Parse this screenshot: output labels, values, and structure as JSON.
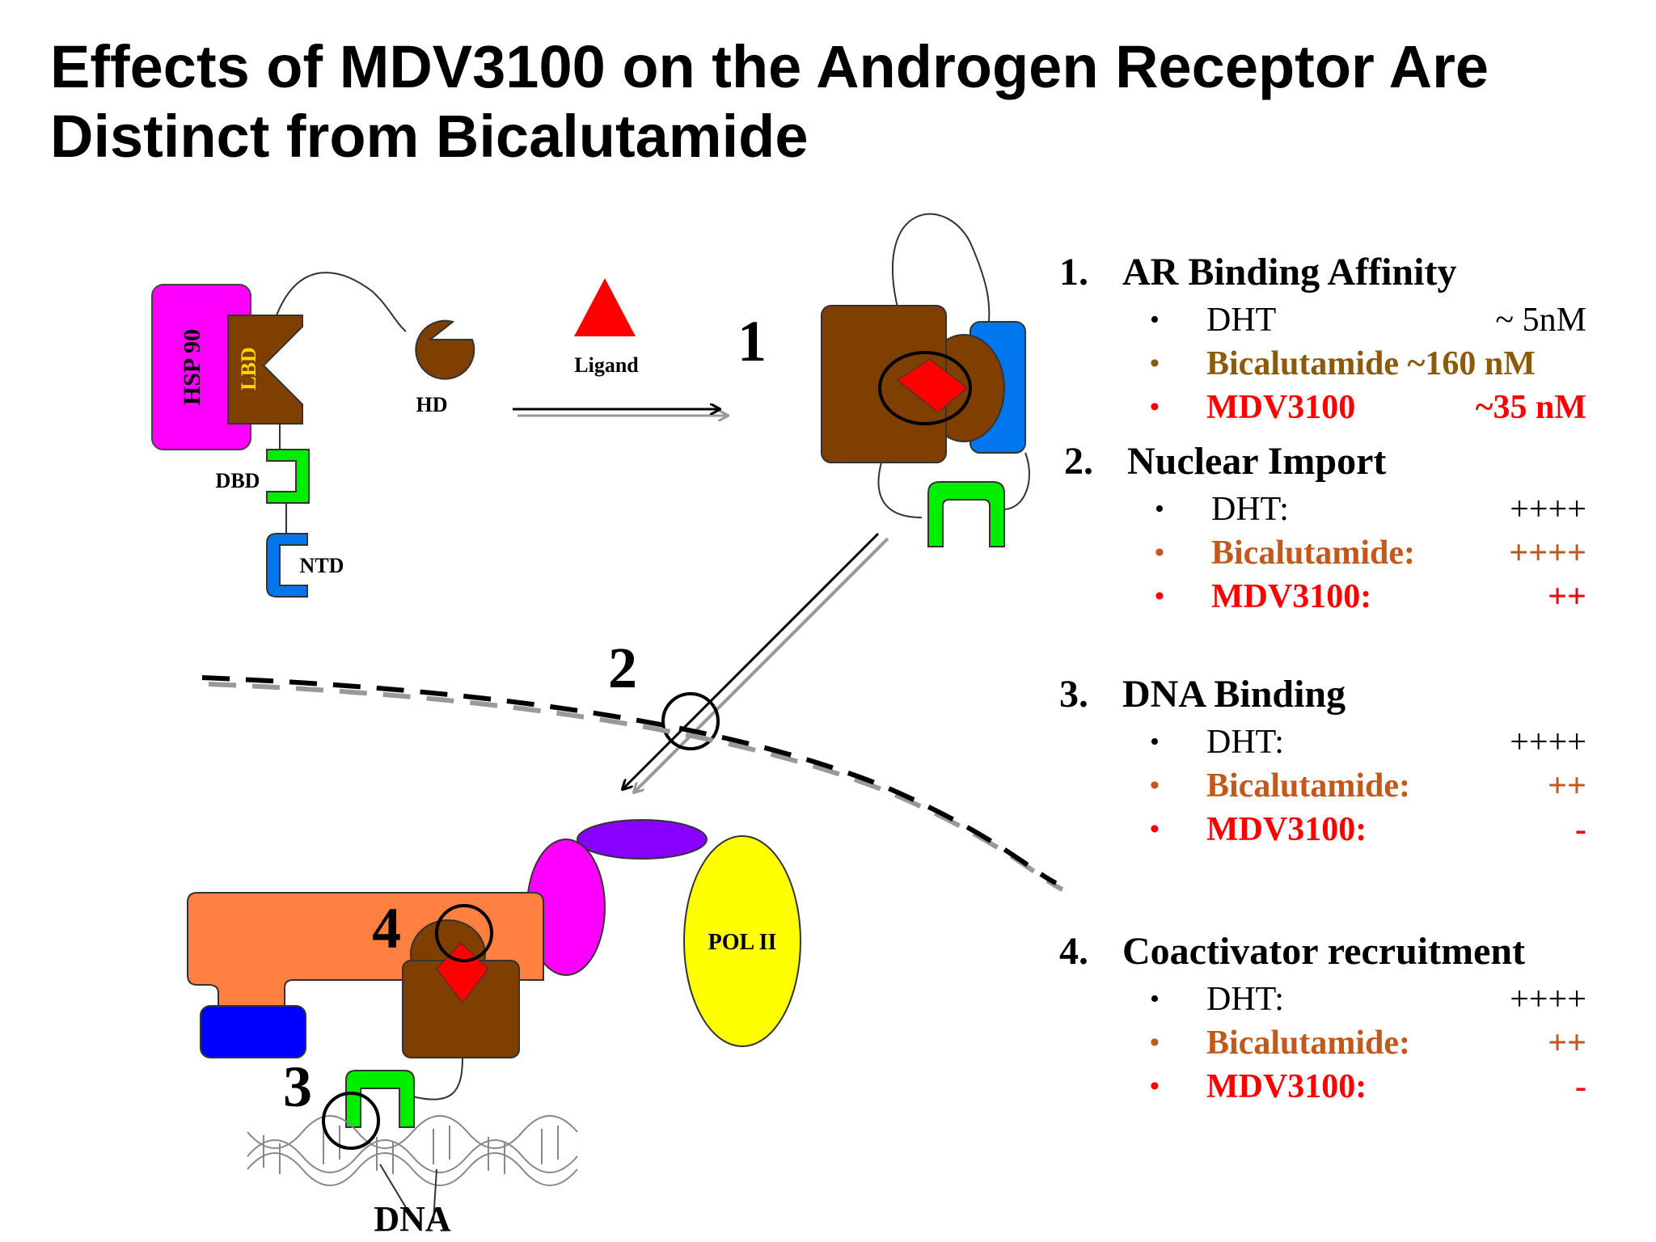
{
  "title": "Effects of MDV3100 on the Androgen Receptor Are Distinct from Bicalutamide",
  "diagram": {
    "hsp90_label": "HSP 90",
    "lbd_label": "LBD",
    "hd_label": "HD",
    "dbd_label": "DBD",
    "ntd_label": "NTD",
    "ligand_label": "Ligand",
    "step1": "1",
    "step2": "2",
    "step3": "3",
    "step4": "4",
    "pol2_label": "POL II",
    "dna_label": "DNA",
    "colors": {
      "hsp90": "#ff00ff",
      "lbd": "#7f3f00",
      "ligand": "#ff0000",
      "dbd": "#00ee00",
      "ntd": "#0077ee",
      "coactivator": "#ff8040",
      "pol2": "#ffff00",
      "purple": "#8800ff",
      "blue_dark": "#0000ff"
    }
  },
  "sections": [
    {
      "num": "1.",
      "heading": "AR Binding Affinity",
      "items": [
        {
          "name": "DHT",
          "value": "~ 5nM",
          "color": "black"
        },
        {
          "name": "Bicalutamide ~160 nM",
          "value": "",
          "color": "brown"
        },
        {
          "name": "MDV3100",
          "value": "~35 nM",
          "color": "red"
        }
      ]
    },
    {
      "num": "2.",
      "heading": "Nuclear Import",
      "items": [
        {
          "name": "DHT:",
          "value": "++++",
          "color": "black"
        },
        {
          "name": "Bicalutamide:",
          "value": "++++",
          "color": "orange"
        },
        {
          "name": "MDV3100:",
          "value": "++",
          "color": "red"
        }
      ]
    },
    {
      "num": "3.",
      "heading": "DNA Binding",
      "items": [
        {
          "name": "DHT:",
          "value": "++++",
          "color": "black"
        },
        {
          "name": "Bicalutamide:",
          "value": "++",
          "color": "orange"
        },
        {
          "name": "MDV3100:",
          "value": "-",
          "color": "red"
        }
      ]
    },
    {
      "num": "4.",
      "heading": "Coactivator recruitment",
      "items": [
        {
          "name": "DHT:",
          "value": "++++",
          "color": "black"
        },
        {
          "name": "Bicalutamide:",
          "value": "++",
          "color": "orange"
        },
        {
          "name": "MDV3100:",
          "value": "-",
          "color": "red"
        }
      ]
    }
  ]
}
